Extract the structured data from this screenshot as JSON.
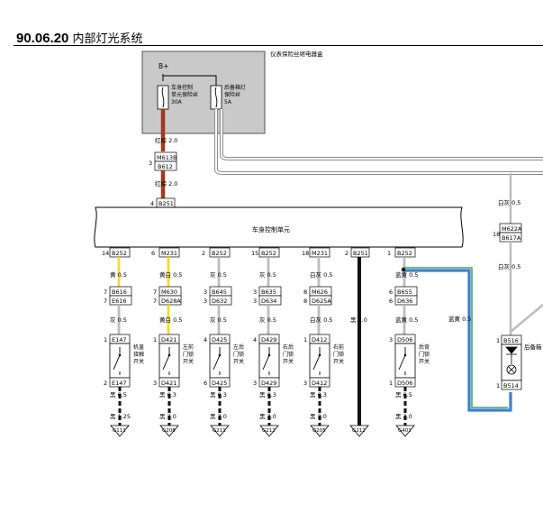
{
  "page": {
    "section_number": "90.06.20",
    "title": "内部灯光系统"
  },
  "fusebox": {
    "label": "仪表保险丝继电器盒",
    "supply": "B+",
    "fuse1_label": [
      "车身控制",
      "单元保险丝",
      "30A"
    ],
    "fuse2_label": [
      "后备箱灯",
      "保险丝",
      "5A"
    ]
  },
  "bcm": {
    "label": "车身控制单元"
  },
  "feed": {
    "wire1": "红棕 2.0",
    "conn_a": "M613B",
    "conn_b": "B612",
    "conn_pin": "3",
    "wire2": "红棕 2.0",
    "bcm_pin": "4",
    "bcm_conn": "B251"
  },
  "branches": [
    {
      "pin": "14",
      "conn": "B252",
      "wire_top": "黄 0.5",
      "inline_pins": [
        "7",
        "7"
      ],
      "inline_conns": [
        "B616",
        "E616"
      ],
      "wire_mid": "灰 0.5",
      "sw_top_pin": "1",
      "sw_top_conn": "E147",
      "sw_label": [
        "机盖",
        "接触",
        "开关"
      ],
      "sw_bot_pin": "2",
      "sw_bot_conn": "E147",
      "wire_gnd1": "黑 0.5",
      "wire_gnd2": "黑 1.25",
      "ground": "G111"
    },
    {
      "pin": "6",
      "conn": "M231",
      "wire_top": "黄白 0.5",
      "inline_pins": [
        "7",
        "7"
      ],
      "inline_conns": [
        "M630",
        "D628A"
      ],
      "wire_mid": "黄白 0.5",
      "sw_top_pin": "1",
      "sw_top_conn": "D421",
      "sw_label": [
        "左前",
        "门锁",
        "开关"
      ],
      "sw_bot_pin": "3",
      "sw_bot_conn": "D421",
      "wire_gnd1": "黑 0.3",
      "wire_gnd2": "黑 2.0",
      "ground": "G208"
    },
    {
      "pin": "2",
      "conn": "B252",
      "wire_top": "灰 0.5",
      "inline_pins": [
        "3",
        "3"
      ],
      "inline_conns": [
        "B645",
        "D632"
      ],
      "wire_mid": "灰 0.5",
      "sw_top_pin": "4",
      "sw_top_conn": "D425",
      "sw_label": [
        "左后",
        "门锁",
        "开关"
      ],
      "sw_bot_pin": "6",
      "sw_bot_conn": "D425",
      "wire_gnd1": "黑 0.3",
      "wire_gnd2": "黑 2.0",
      "ground": "G211"
    },
    {
      "pin": "15",
      "conn": "B252",
      "wire_top": "灰 0.5",
      "inline_pins": [
        "3",
        "3"
      ],
      "inline_conns": [
        "B635",
        "D634"
      ],
      "wire_mid": "灰 0.5",
      "sw_top_pin": "4",
      "sw_top_conn": "D429",
      "sw_label": [
        "右后",
        "门锁",
        "开关"
      ],
      "sw_bot_pin": "3",
      "sw_bot_conn": "D429",
      "wire_gnd1": "黑 0.3",
      "wire_gnd2": "黑 2.0",
      "ground": "G212"
    },
    {
      "pin": "18",
      "conn": "M231",
      "wire_top": "白灰 0.5",
      "inline_pins": [
        "8",
        "8"
      ],
      "inline_conns": [
        "M626",
        "D625A"
      ],
      "wire_mid": "白灰 0.5",
      "sw_top_pin": "1",
      "sw_top_conn": "D412",
      "sw_label": [
        "右前",
        "门锁",
        "开关"
      ],
      "sw_bot_pin": "3",
      "sw_bot_conn": "D412",
      "wire_gnd1": "黑 0.3",
      "wire_gnd2": "黑 2.0",
      "ground": "G205"
    },
    {
      "pin": "1",
      "conn": "B252",
      "wire_top": "蓝黄 0.5",
      "inline_pins": [
        "6",
        "6"
      ],
      "inline_conns": [
        "B655",
        "D636"
      ],
      "wire_mid": "蓝黄 0.5",
      "sw_top_pin": "3",
      "sw_top_conn": "D506",
      "sw_label": [
        "后背",
        "门锁",
        "开关"
      ],
      "sw_bot_pin": "1",
      "sw_bot_conn": "D506",
      "wire_gnd1": "黑 0.5",
      "wire_gnd2": "黑 2.0",
      "ground": "G401"
    }
  ],
  "ground_branch": {
    "pin": "2",
    "conn": "B251",
    "wire": "黑 2.0",
    "ground": "G212"
  },
  "right_side": {
    "wire_top": "白灰 0.5",
    "pin": "18",
    "conn_a": "M622A",
    "conn_b": "B617A",
    "wire_mid": "白灰 0.5",
    "cross_wire": "蓝黄 0.5",
    "lamp_top_pin": "1",
    "lamp_top_conn": "B516",
    "lamp_label": "后备箱",
    "lamp_bot_pin": "1",
    "lamp_bot_conn": "B514"
  },
  "colors": {
    "red_brown": "#a0391f",
    "yellow": "#f4dc2a",
    "grey": "#bdbdbd",
    "blue": "#3a7fd6",
    "green": "#3daa5a",
    "fusebox_fill": "#c9c9c9"
  }
}
